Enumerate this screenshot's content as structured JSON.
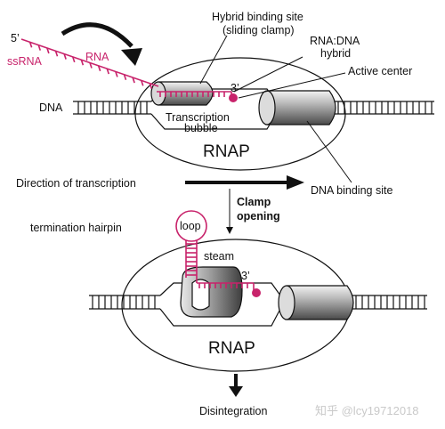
{
  "colors": {
    "rna": "#c8236b",
    "outline": "#111111",
    "watermark": "#c9c9c9"
  },
  "top": {
    "five_prime": "5’",
    "ssrna": "ssRNA",
    "rna": "RNA",
    "hybrid_site": "Hybrid binding site",
    "sliding_clamp": "(sliding clamp)",
    "rna_dna_line1": "RNA:DNA",
    "rna_dna_line2": "hybrid",
    "active_center": "Active center",
    "three_prime": "3’",
    "dna": "DNA",
    "bubble_line1": "Transcription",
    "bubble_line2": "bubble",
    "rnap": "RNAP",
    "direction": "Direction of transcription",
    "dna_binding_site": "DNA binding site"
  },
  "middle": {
    "clamp_line1": "Clamp",
    "clamp_line2": "opening",
    "termination_hairpin": "termination hairpin",
    "loop": "loop"
  },
  "bottom": {
    "steam": "steam",
    "three_prime": "3’",
    "rnap": "RNAP",
    "disintegration": "Disintegration"
  },
  "watermark": "知乎 @lcy19712018"
}
